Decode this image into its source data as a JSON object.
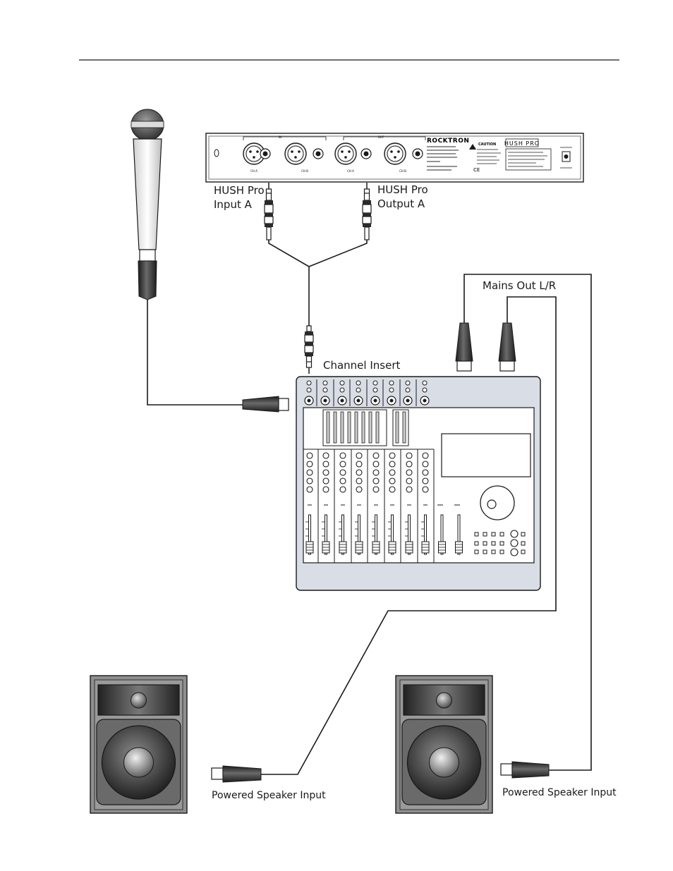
{
  "labels": {
    "hush_input": [
      "HUSH Pro",
      "Input A"
    ],
    "hush_output": [
      "HUSH Pro",
      "Output A"
    ],
    "channel_insert": "Channel Insert",
    "mains_out": "Mains Out L/R",
    "speaker_left": "Powered Speaker Input",
    "speaker_right": "Powered Speaker Input"
  },
  "hush_unit": {
    "brand": "ROCKTRON",
    "model": "HUSH PRO",
    "caution": "CAUTION",
    "in_label": "IN",
    "out_label": "OUT",
    "jack_labels": [
      "CH A",
      "CH B",
      "CH A",
      "CH B"
    ]
  },
  "mixer": {
    "channel_count": 8
  },
  "colors": {
    "line": "#1a1a1a",
    "plug_dark": "#3a3a3a",
    "mixer_body": "#d8dde6"
  }
}
